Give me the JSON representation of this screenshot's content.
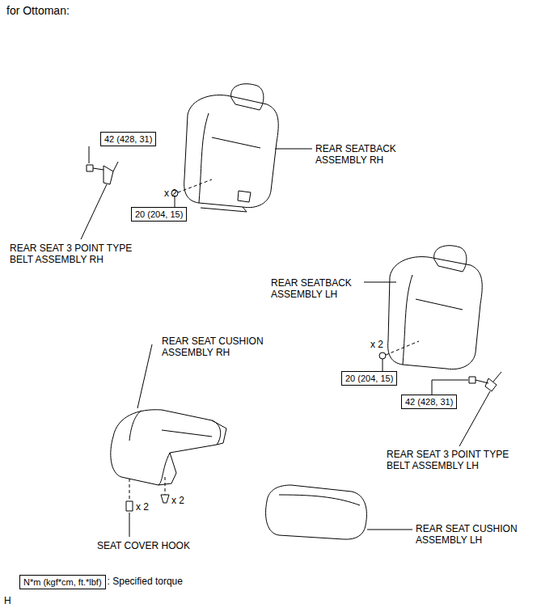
{
  "diagram": {
    "title": "for Ottoman:",
    "nodes": [
      {
        "text": [
          "42 (428, 31)"
        ]
      },
      {
        "text": [
          "20 (204, 15)"
        ]
      },
      {
        "text": [
          "20 (204, 15)"
        ]
      },
      {
        "text": [
          "42 (428, 31)"
        ]
      },
      {
        "text": [
          "N*m (kgf*cm, ft.*lbf)"
        ]
      }
    ],
    "labels": [
      "REAR SEATBACK ASSEMBLY RH",
      "x 2",
      "REAR SEAT 3 POINT TYPE BELT ASSEMBLY RH",
      "REAR SEATBACK ASSEMBLY LH",
      "x 2",
      "REAR SEAT 3 POINT TYPE BELT ASSEMBLY LH",
      "REAR SEAT CUSHION ASSEMBLY RH",
      "x 2",
      "x 2",
      "SEAT COVER HOOK",
      "REAR SEAT CUSHION ASSEMBLY LH",
      ": Specified torque",
      "H"
    ]
  }
}
